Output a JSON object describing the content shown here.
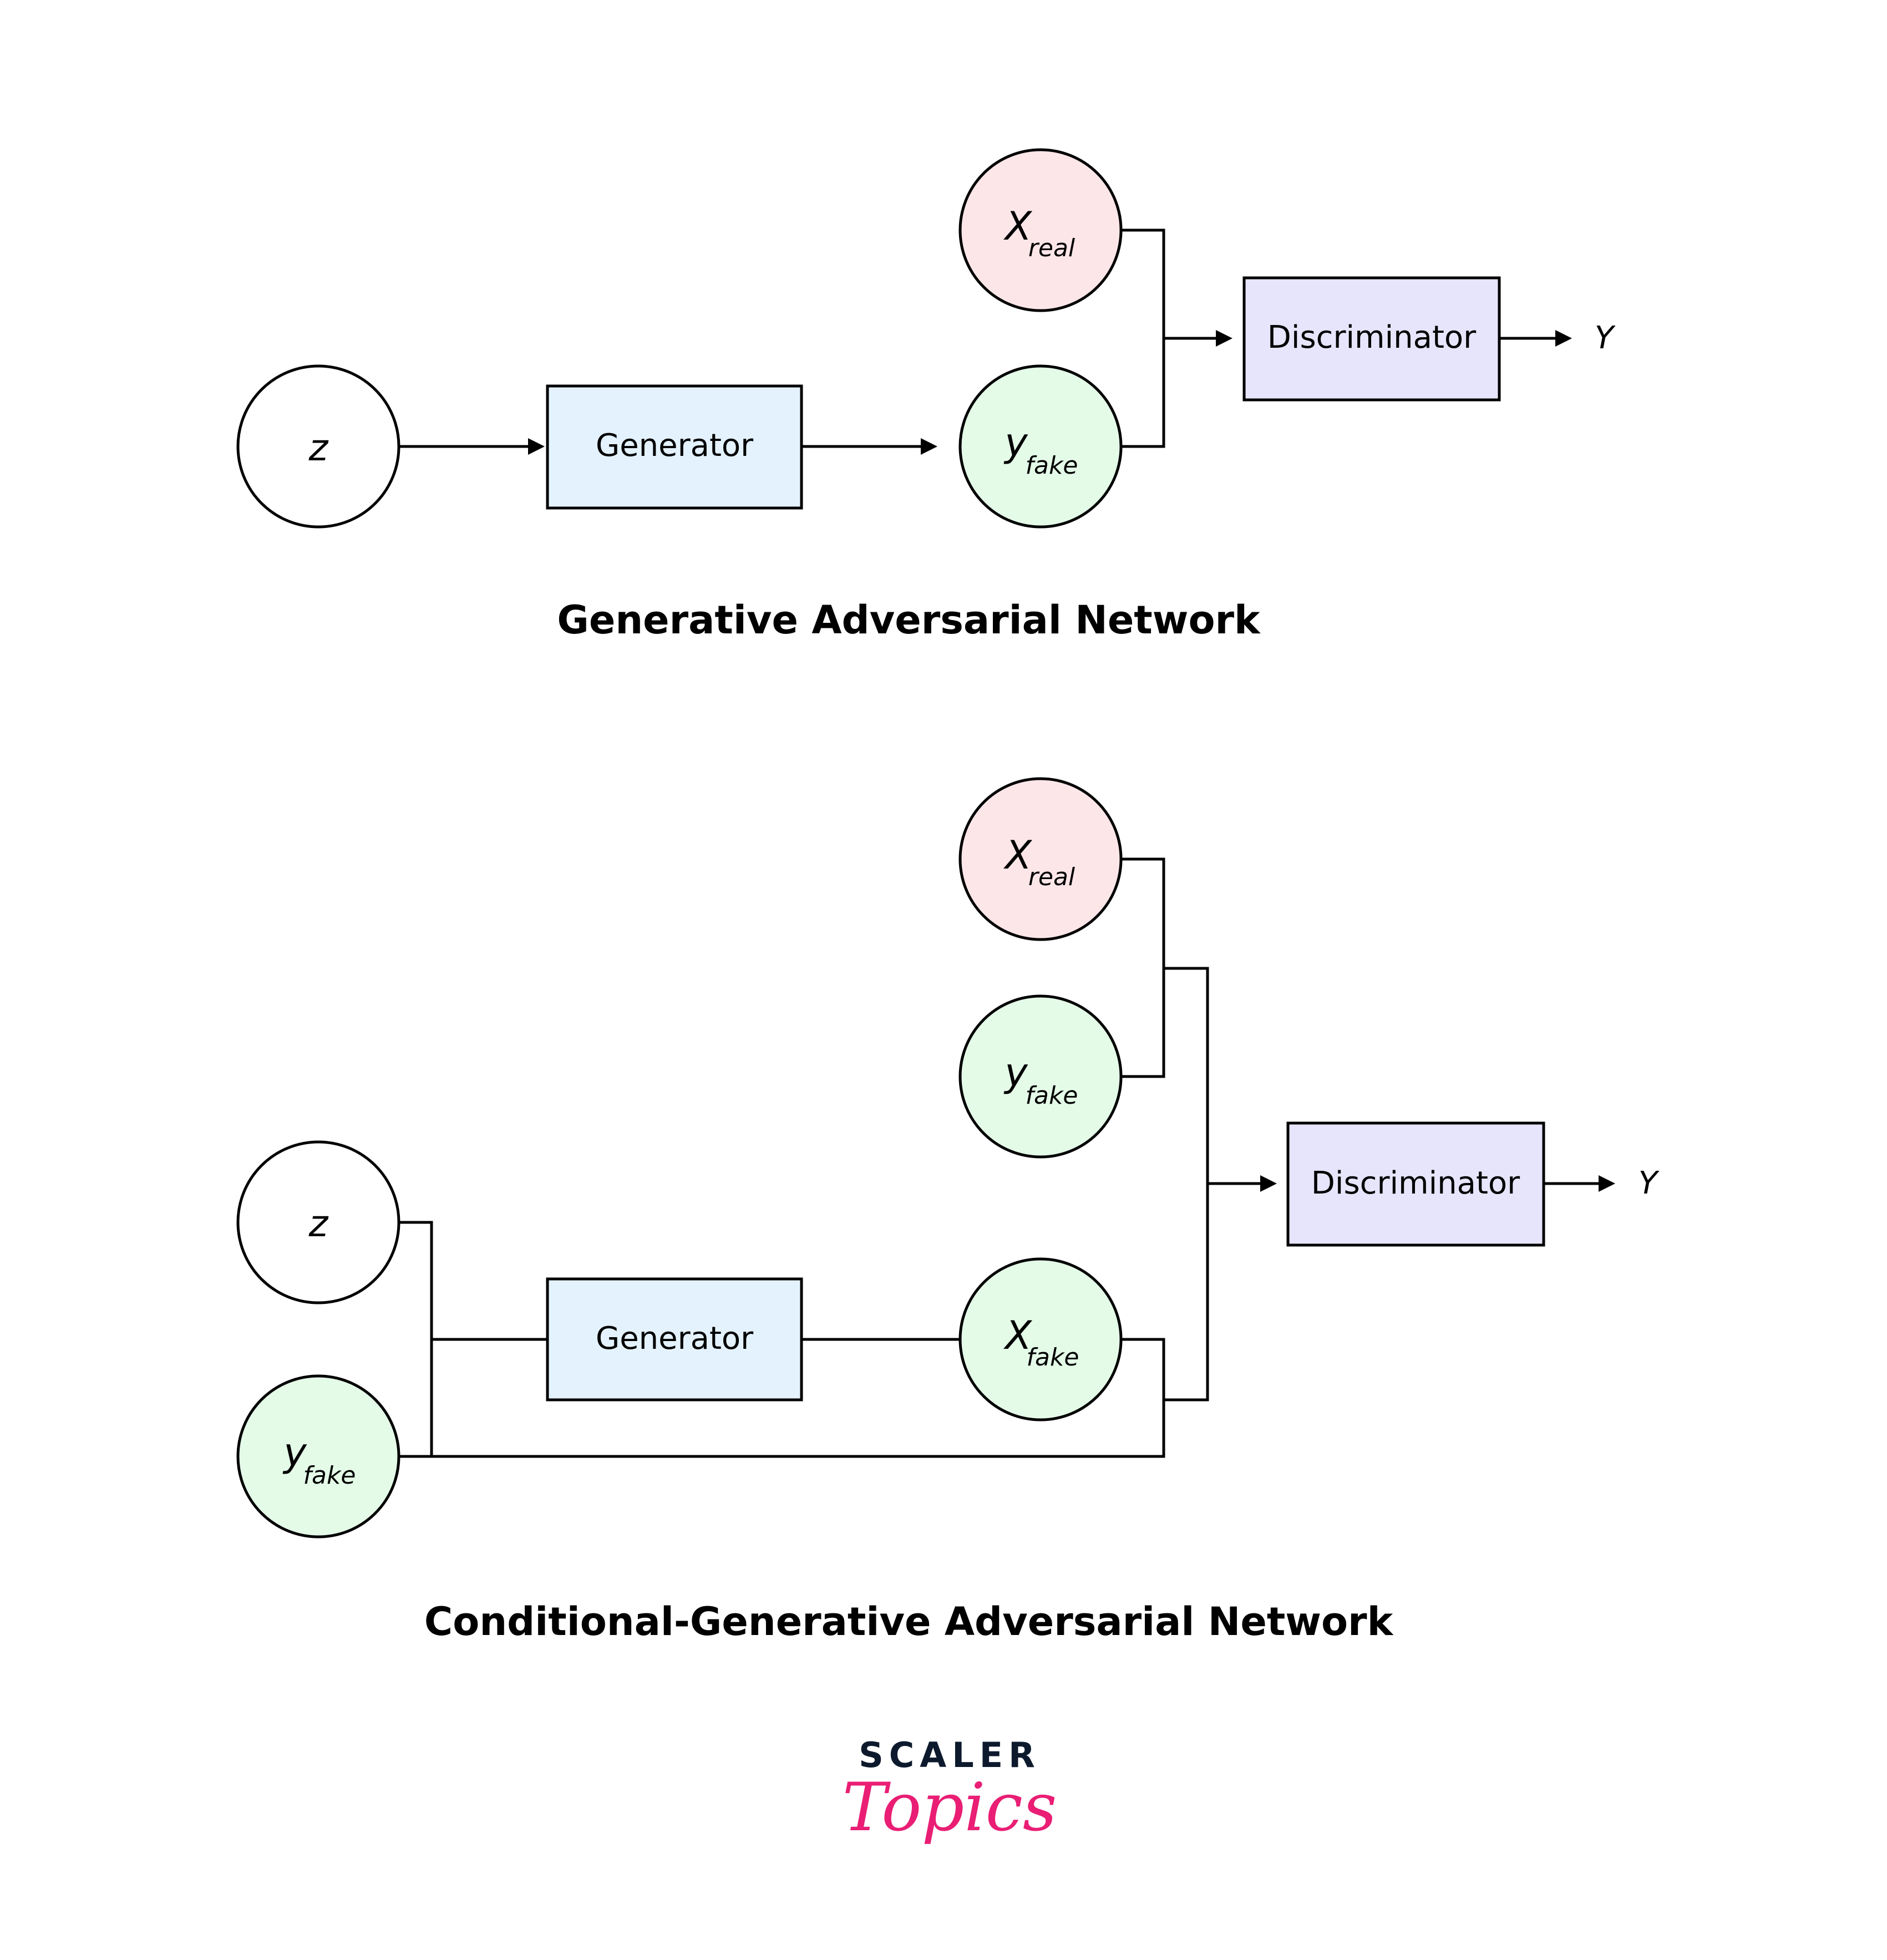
{
  "colors": {
    "stroke": "#000000",
    "real_fill": "#fde6e8",
    "fake_fill": "#e4fbe8",
    "noise_fill": "#ffffff",
    "generator_fill": "#e3f2fd",
    "discriminator_fill": "#e6e5fb",
    "logo_dark": "#0d1a2d",
    "logo_pink": "#e91e74"
  },
  "gan": {
    "title": "Generative Adversarial Network",
    "noise": {
      "main": "z",
      "sub": ""
    },
    "generator": "Generator",
    "fake": {
      "main": "y",
      "sub": "fake"
    },
    "real": {
      "main": "X",
      "sub": "real"
    },
    "discriminator": "Discriminator",
    "output": "Y"
  },
  "cgan": {
    "title": "Conditional-Generative Adversarial Network",
    "noise": {
      "main": "z",
      "sub": ""
    },
    "label_input": {
      "main": "y",
      "sub": "fake"
    },
    "generator": "Generator",
    "fake_x": {
      "main": "X",
      "sub": "fake"
    },
    "real": {
      "main": "X",
      "sub": "real"
    },
    "fake_y": {
      "main": "y",
      "sub": "fake"
    },
    "discriminator": "Discriminator",
    "output": "Y"
  },
  "logo": {
    "top": "SCALER",
    "bottom": "Topics"
  }
}
